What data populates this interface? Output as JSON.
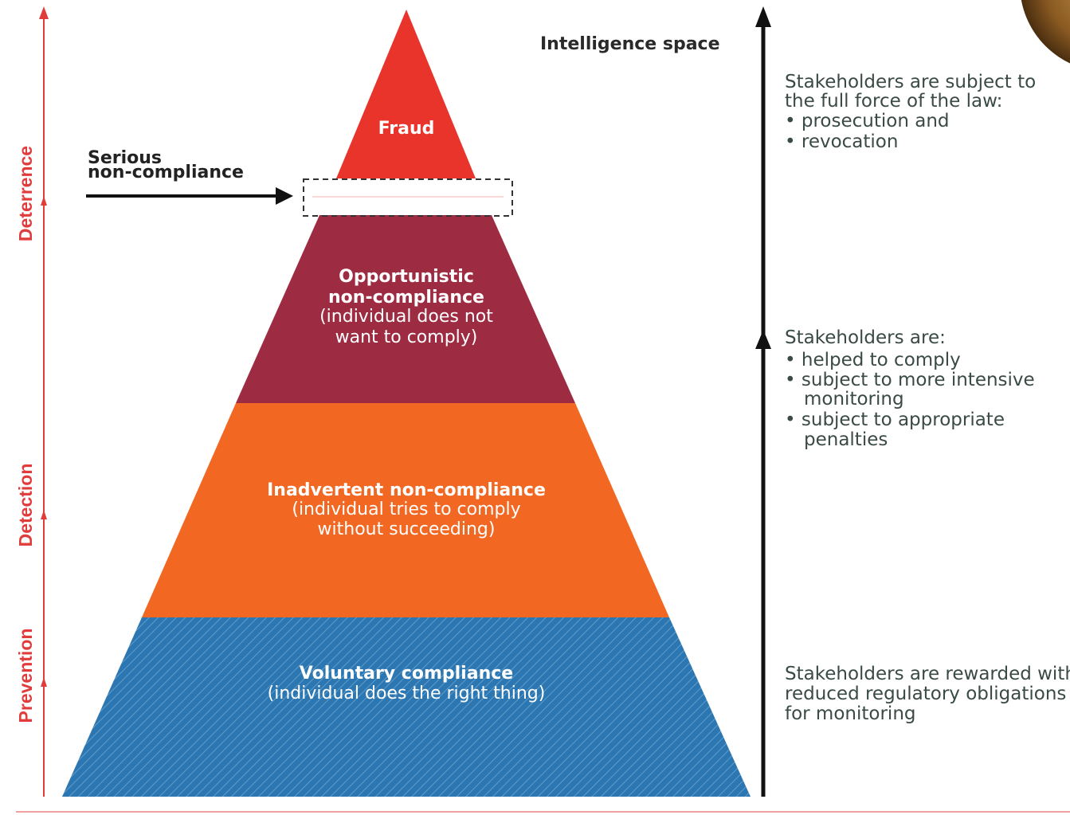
{
  "colors": {
    "fraud": "#e8342a",
    "opportunistic": "#9d2b42",
    "inadvertent": "#f26722",
    "voluntary": "#2c77b1",
    "axis_red": "#e03c3c",
    "arrow_black": "#111111"
  },
  "stages": {
    "deterrence": "Deterrence",
    "detection": "Detection",
    "prevention": "Prevention"
  },
  "pyramid": {
    "fraud": {
      "title": "Fraud"
    },
    "opportunistic": {
      "title_line1": "Opportunistic",
      "title_line2": "non-compliance",
      "sub_line1": "(individual does not",
      "sub_line2": "want to comply)"
    },
    "inadvertent": {
      "title": "Inadvertent non-compliance",
      "sub_line1": "(individual tries to comply",
      "sub_line2": "without succeeding)"
    },
    "voluntary": {
      "title": "Voluntary compliance",
      "sub_line1": "(individual does the right thing)"
    }
  },
  "serious": {
    "line1": "Serious",
    "line2": "non-compliance"
  },
  "intelligence_space": "Intelligence space",
  "responses": {
    "top": {
      "line1": "Stakeholders are subject to",
      "line2": "the full force of the law:",
      "bullet1": "• prosecution and",
      "bullet2": "• revocation"
    },
    "middle": {
      "line1": "Stakeholders are:",
      "bullet1": "• helped to comply",
      "bullet2a": "• subject to more intensive",
      "bullet2b": "monitoring",
      "bullet3a": "• subject to appropriate",
      "bullet3b": "penalties"
    },
    "bottom": {
      "line1": "Stakeholders are rewarded with",
      "line2": "reduced regulatory obligations",
      "line3": "for monitoring"
    }
  }
}
